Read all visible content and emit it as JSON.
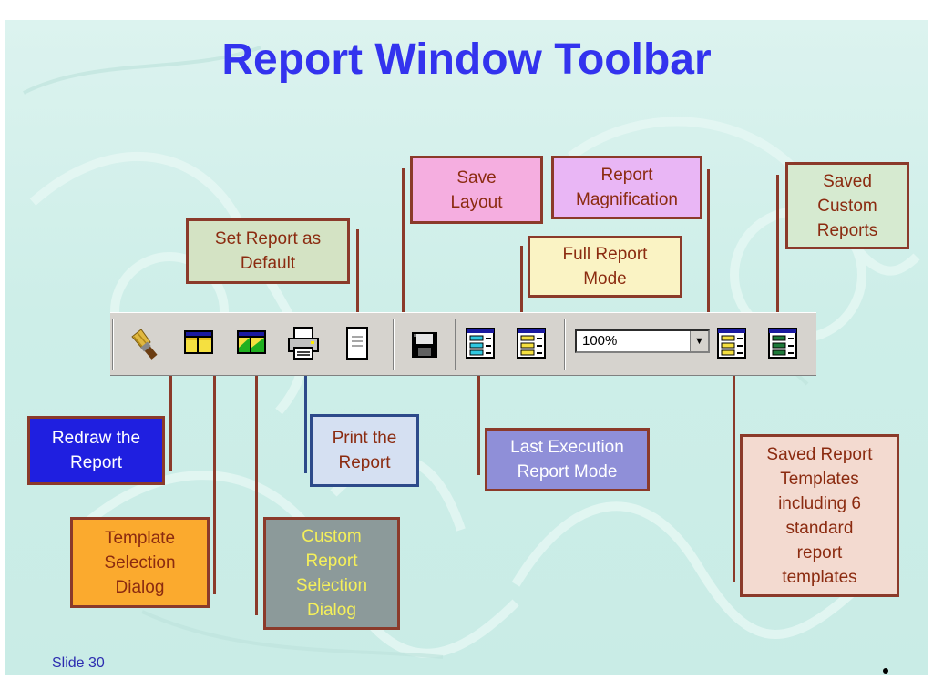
{
  "slide": {
    "title": "Report Window Toolbar",
    "footer": "Slide 30"
  },
  "toolbar": {
    "zoom_value": "100%",
    "icons": [
      "paintbrush-icon",
      "template-window-icon",
      "custom-window-icon",
      "printer-icon",
      "page-icon",
      "floppy-disk-icon",
      "report-cyan-icon",
      "report-yellow-icon",
      "report-yellow-icon",
      "report-green-icon"
    ]
  },
  "callouts": {
    "save_layout": "Save\nLayout",
    "report_magnification": "Report\nMagnification",
    "saved_custom_reports": "Saved\nCustom\nReports",
    "set_report_default": "Set Report as\nDefault",
    "full_report_mode": "Full Report\nMode",
    "redraw_report": "Redraw the\nReport",
    "print_report": "Print the\nReport",
    "last_execution": "Last Execution\nReport Mode",
    "saved_report_templates": "Saved Report\nTemplates\nincluding 6\nstandard\nreport\ntemplates",
    "template_selection": "Template\nSelection\nDialog",
    "custom_report_selection": "Custom\nReport\nSelection\nDialog"
  },
  "colors": {
    "title": "#3333ee",
    "callout_border": "#8b3a2a",
    "save_layout_bg": "#f5aee0",
    "magnification_bg": "#e9b6f5",
    "saved_custom_bg": "#d6ead0",
    "set_default_bg": "#d4e3c4",
    "full_report_bg": "#faf3c4",
    "redraw_bg": "#1f1fe0",
    "print_bg": "#d5e0f2",
    "last_exec_bg": "#8f8fd8",
    "saved_templates_bg": "#f3dad0",
    "template_sel_bg": "#fbaa2e",
    "custom_sel_bg": "#8c9a9a"
  }
}
